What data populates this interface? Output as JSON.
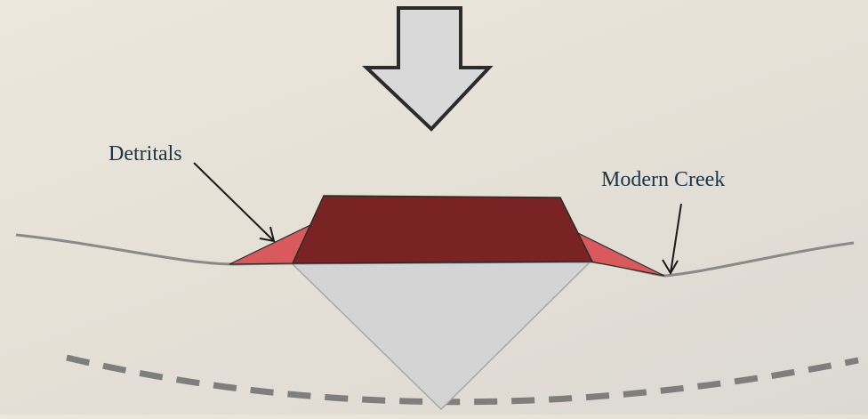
{
  "labels": {
    "detritals": "Detritals",
    "modern_creek": "Modern Creek"
  },
  "colors": {
    "background": "#e8e3da",
    "label_text": "#1d3448",
    "arrow_fill": "#d9d9d9",
    "arrow_stroke": "#2b2b2b",
    "body_fill": "#7a2325",
    "detritals_fill": "#d95a5c",
    "wedge_fill": "#d4d4d4",
    "ground_line": "#8a8a8a",
    "dashed_line": "#7e7e7e"
  },
  "icons": {
    "down_arrow": "block-arrow-down"
  }
}
